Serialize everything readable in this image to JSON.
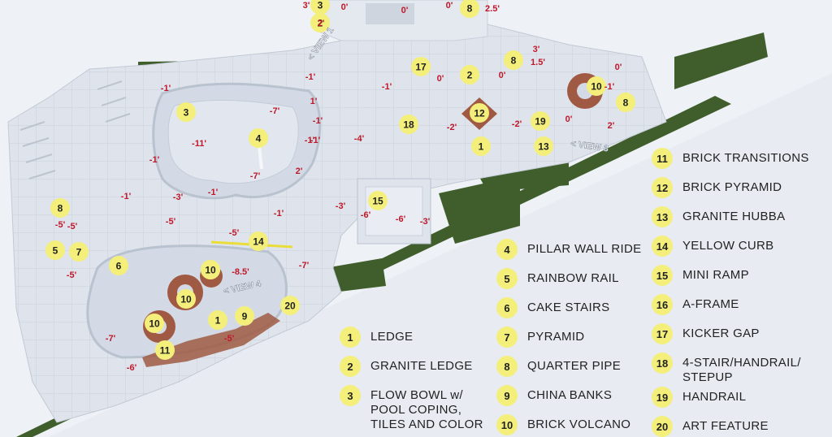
{
  "colors": {
    "marker": "#f3ef7a",
    "elevation_text": "#c0182a",
    "grass": "#3f5e2b",
    "concrete": "#d9dee7",
    "brick": "#a05a44",
    "background": "#eef1f6"
  },
  "map": {
    "markers": [
      "3",
      "2",
      "8",
      "17",
      "2",
      "8",
      "10",
      "8",
      "3",
      "4",
      "12",
      "18",
      "19",
      "1",
      "13",
      "15",
      "8",
      "14",
      "5",
      "7",
      "6",
      "10",
      "10",
      "10",
      "1",
      "9",
      "20",
      "10",
      "11"
    ],
    "elevations": [
      "3'",
      "0'",
      "0'",
      "0'",
      "2.5'",
      "2'",
      "3'",
      "1.5'",
      "0'",
      "-1'",
      "0'",
      "0'",
      "-1'",
      "-1'",
      "-1'",
      "-7'",
      "-1'",
      "1'",
      "-1'",
      "-2'",
      "-2'",
      "0'",
      "2'",
      "-11'",
      "-1'",
      "-1'",
      "-4'",
      "-7'",
      "2'",
      "-1'",
      "-3'",
      "-1'",
      "-5'",
      "-3'",
      "-6'",
      "-6'",
      "-3'",
      "-5'",
      "-1'",
      "-5'",
      "-5'",
      "-7'",
      "-8.5'",
      "-5'",
      "-7'",
      "-6'",
      "-5'"
    ],
    "views": [
      "< VIEW 1",
      "< VIEW 3",
      "< VIEW 4"
    ]
  },
  "legend": {
    "col1": [
      {
        "num": "1",
        "label": "LEDGE"
      },
      {
        "num": "2",
        "label": "GRANITE LEDGE"
      },
      {
        "num": "3",
        "label": "FLOW BOWL w/\nPOOL COPING,\nTILES AND COLOR"
      }
    ],
    "col2": [
      {
        "num": "4",
        "label": "PILLAR WALL RIDE"
      },
      {
        "num": "5",
        "label": "RAINBOW RAIL"
      },
      {
        "num": "6",
        "label": "CAKE STAIRS"
      },
      {
        "num": "7",
        "label": "PYRAMID"
      },
      {
        "num": "8",
        "label": "QUARTER PIPE"
      },
      {
        "num": "9",
        "label": "CHINA BANKS"
      },
      {
        "num": "10",
        "label": "BRICK VOLCANO"
      }
    ],
    "col3": [
      {
        "num": "11",
        "label": "BRICK TRANSITIONS"
      },
      {
        "num": "12",
        "label": "BRICK PYRAMID"
      },
      {
        "num": "13",
        "label": "GRANITE HUBBA"
      },
      {
        "num": "14",
        "label": "YELLOW CURB"
      },
      {
        "num": "15",
        "label": "MINI RAMP"
      },
      {
        "num": "16",
        "label": "A-FRAME"
      },
      {
        "num": "17",
        "label": "KICKER GAP"
      },
      {
        "num": "18",
        "label": "4-STAIR/HANDRAIL/\nSTEPUP"
      },
      {
        "num": "19",
        "label": "HANDRAIL"
      },
      {
        "num": "20",
        "label": "ART FEATURE"
      }
    ]
  }
}
